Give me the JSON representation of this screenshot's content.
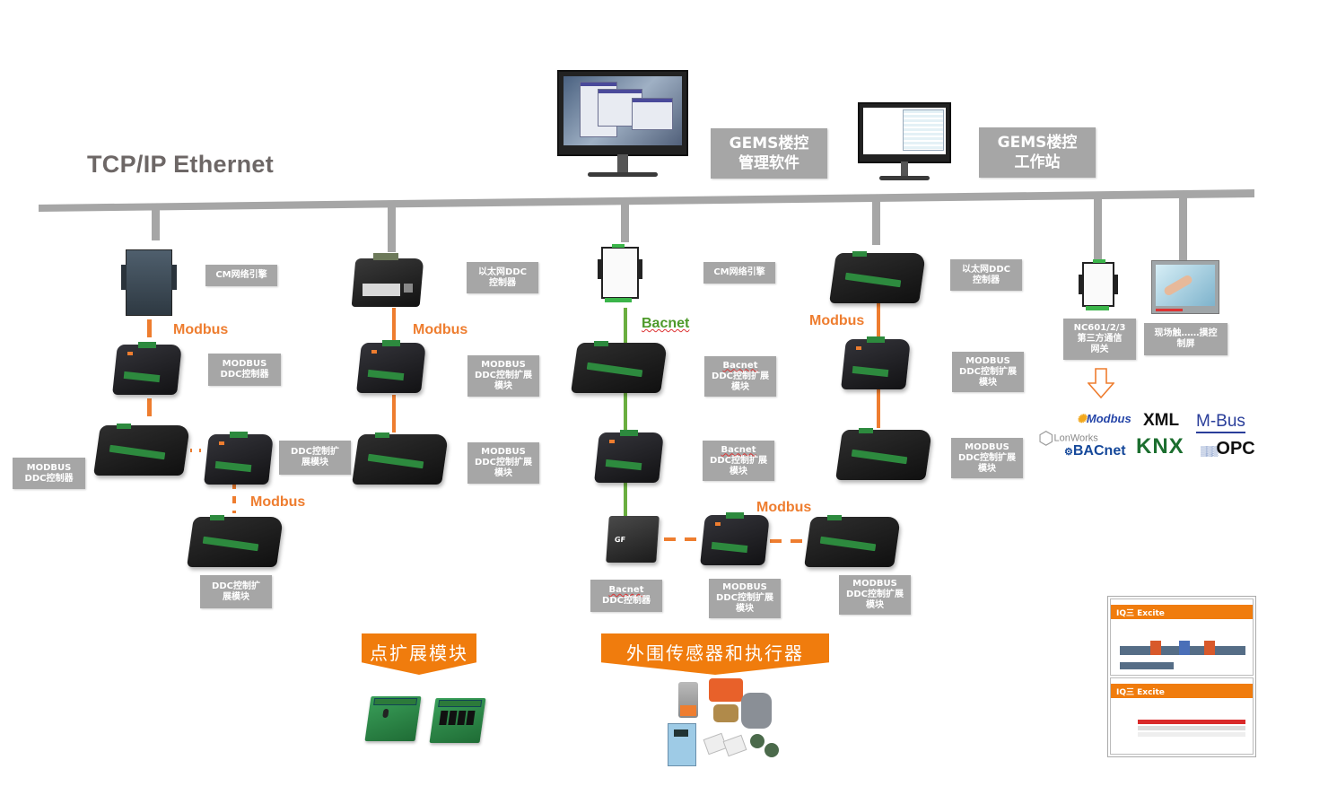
{
  "title": "TCP/IP Ethernet",
  "colors": {
    "backbone": "#a6a6a6",
    "modbus": "#ee7d2f",
    "bacnet": "#6aae3f",
    "label_bg": "#a6a6a6",
    "banner": "#f07c0d"
  },
  "software": {
    "management_label_lines": [
      "GEMS楼控",
      "管理软件"
    ],
    "workstation_label_lines": [
      "GEMS楼控",
      "工作站"
    ]
  },
  "protocols": {
    "modbus": "Modbus",
    "bacnet": "Bacnet"
  },
  "branches": {
    "b1": {
      "gateway_label": "CM网络引擎",
      "controller_label_lines": [
        "MODBUS",
        "DDC控制器"
      ],
      "left_controller_label_lines": [
        "MODBUS",
        "DDC控制器"
      ],
      "ext_right_label_lines": [
        "DDC控制扩",
        "展模块"
      ],
      "ext_bottom_label_lines": [
        "DDC控制扩",
        "展模块"
      ]
    },
    "b2": {
      "controller_label_lines": [
        "以太网DDC",
        "控制器"
      ],
      "ext1_label_lines": [
        "MODBUS",
        "DDC控制扩展",
        "模块"
      ],
      "ext2_label_lines": [
        "MODBUS",
        "DDC控制扩展",
        "模块"
      ]
    },
    "b3": {
      "gateway_label": "CM网络引擎",
      "ext1_label_lines": [
        "Bacnet",
        "DDC控制扩展",
        "模块"
      ],
      "ext2_label_lines": [
        "Bacnet",
        "DDC控制扩展",
        "模块"
      ],
      "bacnet_ddc_label_lines": [
        "Bacnet",
        "DDC控制器"
      ],
      "modbus_ext1_label_lines": [
        "MODBUS",
        "DDC控制扩展",
        "模块"
      ],
      "modbus_ext2_label_lines": [
        "MODBUS",
        "DDC控制扩展",
        "模块"
      ],
      "bacnet_ddc_device_text": "GF"
    },
    "b4": {
      "controller_label_lines": [
        "以太网DDC",
        "控制器"
      ],
      "ext1_label_lines": [
        "MODBUS",
        "DDC控制扩展",
        "模块"
      ],
      "ext2_label_lines": [
        "MODBUS",
        "DDC控制扩展",
        "模块"
      ]
    },
    "b5": {
      "gateway_label_lines": [
        "NC601/2/3",
        "第三方通信",
        "网关"
      ],
      "touch_label_lines": [
        "现场触……摸控",
        "制屏"
      ]
    }
  },
  "third_party_protocols": [
    "Modbus",
    "XML",
    "M-Bus",
    "LonWorks",
    "BACnet",
    "KNX",
    "OPC"
  ],
  "banners": {
    "point_expansion": "点扩展模块",
    "peripherals": "外围传感器和执行器"
  },
  "web_screenshot": {
    "brand": "IQ三 Excite"
  },
  "icons": {
    "arrow": "hollow-down-arrow"
  }
}
